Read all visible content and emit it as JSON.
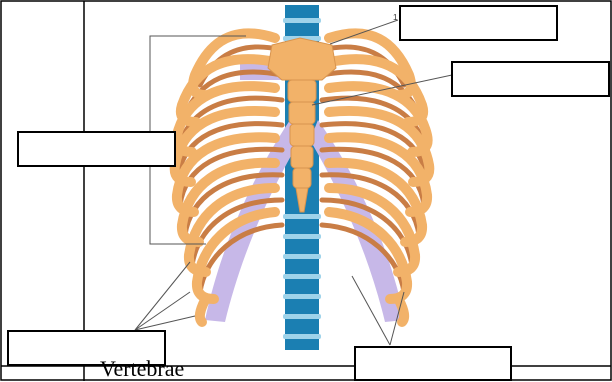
{
  "label_boxes": [
    {
      "id": "label-top-right",
      "text": ""
    },
    {
      "id": "label-right",
      "text": ""
    },
    {
      "id": "label-left",
      "text": ""
    },
    {
      "id": "label-bottom-left",
      "text": ""
    },
    {
      "id": "label-bottom-right",
      "text": ""
    }
  ],
  "footer_text": "Vertebrae"
}
